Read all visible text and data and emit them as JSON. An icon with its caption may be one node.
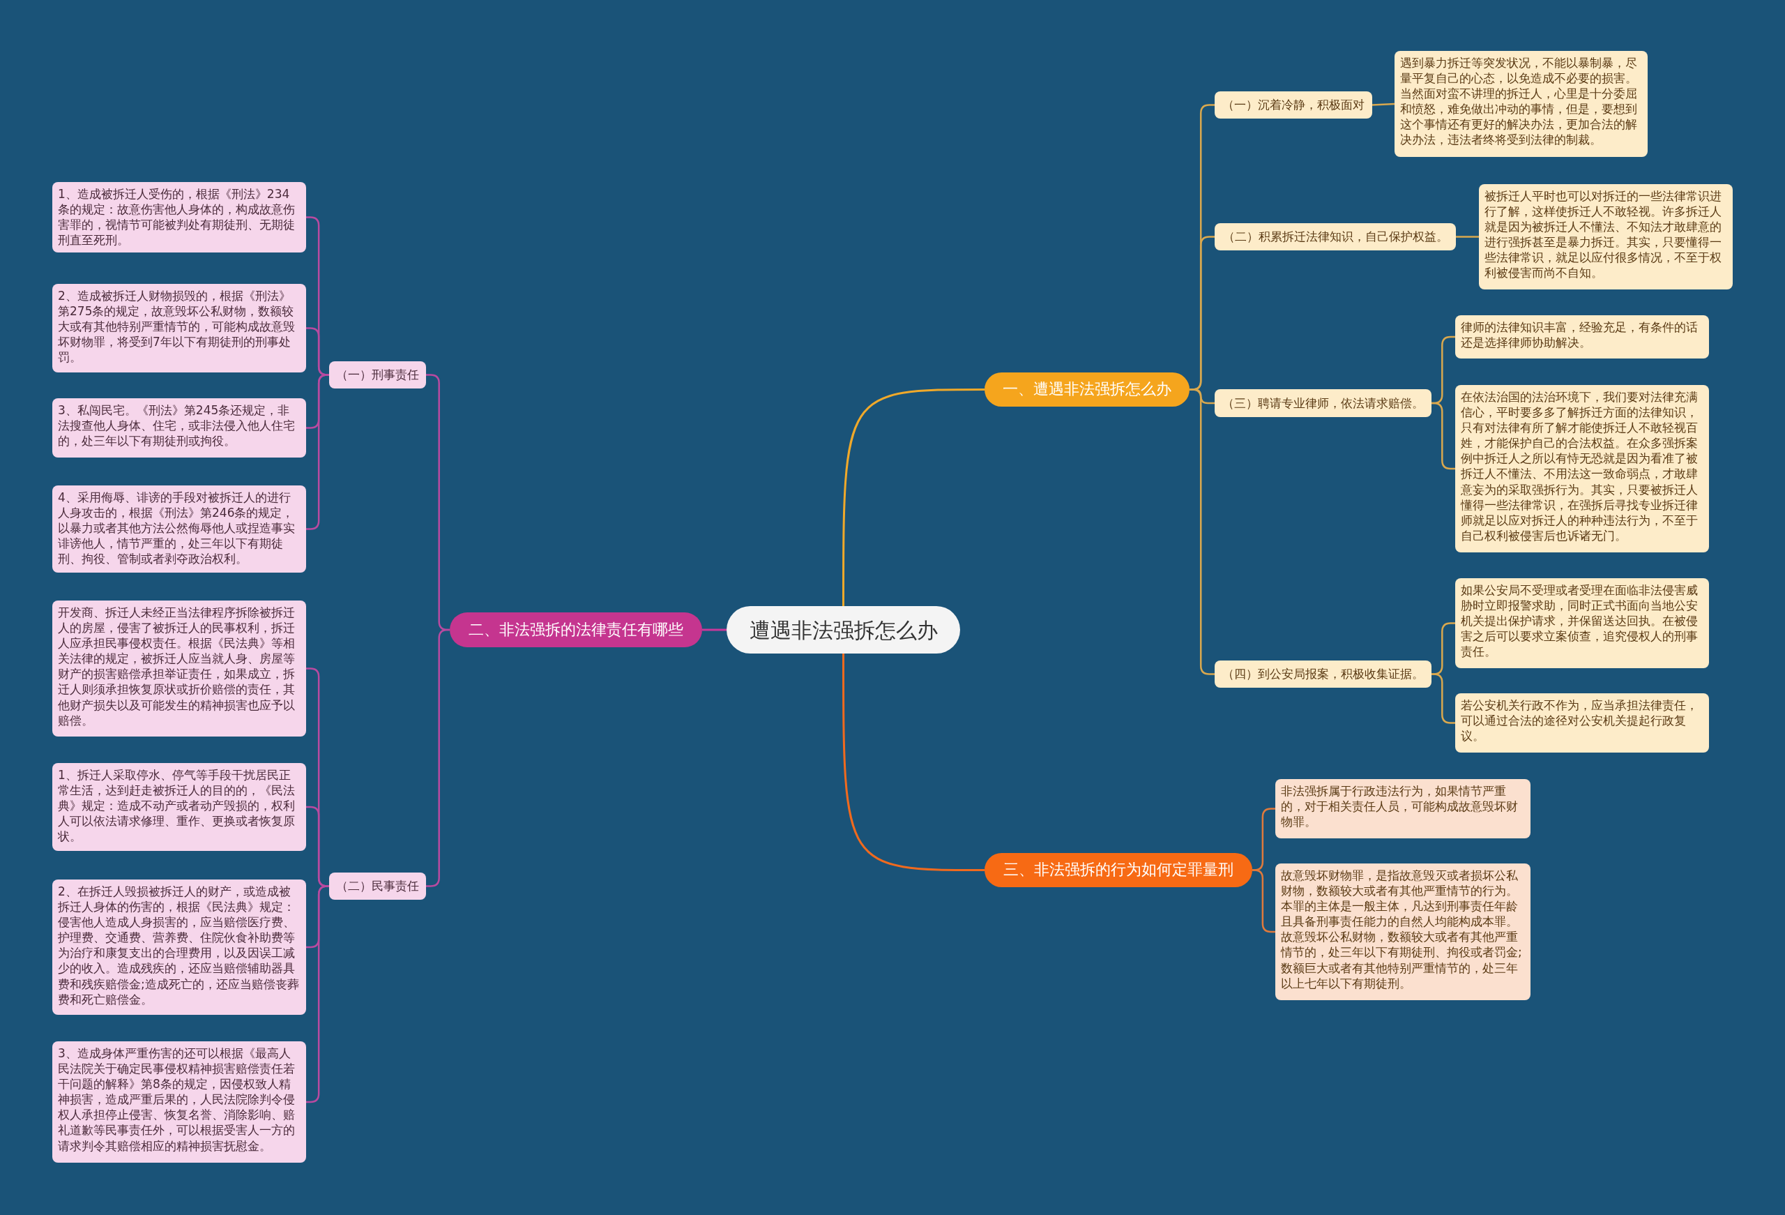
{
  "diagram": {
    "nodes": [
      {
        "text": [
          "遭遇非法强拆怎么办"
        ]
      },
      {
        "text": [
          "一、遭遇非法强拆怎么办"
        ]
      },
      {
        "text": [
          "（一）沉着冷静，积极面对"
        ]
      },
      {
        "text": [
          "遇到暴力拆迁等突发状况，不能以暴制暴，尽量平复自己的心态，以免造成不必要的损害。当然面对蛮不讲理的拆迁人，心里是十分委屈和愤怒，难免做出冲动的事情，但是，要想到这个事情还有更好的解决办法，更加合法的解决办法，违法者终将受到法律的制裁。"
        ]
      },
      {
        "text": [
          "（二）积累拆迁法律知识，自己保护权益。"
        ]
      },
      {
        "text": [
          "被拆迁人平时也可以对拆迁的一些法律常识进行了解，这样使拆迁人不敢轻视。许多拆迁人就是因为被拆迁人不懂法、不知法才敢肆意的进行强拆甚至是暴力拆迁。其实，只要懂得一些法律常识，就足以应付很多情况，不至于权利被侵害而尚不自知。"
        ]
      },
      {
        "text": [
          "（三）聘请专业律师，依法请求赔偿。"
        ]
      },
      {
        "text": [
          "律师的法律知识丰富，经验充足，有条件的话还是选择律师协助解决。"
        ]
      },
      {
        "text": [
          "在依法治国的法治环境下，我们要对法律充满信心，平时要多多了解拆迁方面的法律知识，只有对法律有所了解才能使拆迁人不敢轻视百姓，才能保护自己的合法权益。在众多强拆案例中拆迁人之所以有恃无恐就是因为看准了被拆迁人不懂法、不用法这一致命弱点，才敢肆意妄为的采取强拆行为。其实，只要被拆迁人懂得一些法律常识，在强拆后寻找专业拆迁律师就足以应对拆迁人的种种违法行为，不至于自己权利被侵害后也诉诸无门。"
        ]
      },
      {
        "text": [
          "（四）到公安局报案，积极收集证据。"
        ]
      },
      {
        "text": [
          "如果公安局不受理或者受理在面临非法侵害威胁时立即报警求助，同时正式书面向当地公安机关提出保护请求，并保留送达回执。在被侵害之后可以要求立案侦查，追究侵权人的刑事责任。"
        ]
      },
      {
        "text": [
          "若公安机关行政不作为，应当承担法律责任，可以通过合法的途径对公安机关提起行政复议。"
        ]
      },
      {
        "text": [
          "三、非法强拆的行为如何定罪量刑"
        ]
      },
      {
        "text": [
          "非法强拆属于行政违法行为，如果情节严重的，对于相关责任人员，可能构成故意毁坏财物罪。"
        ]
      },
      {
        "text": [
          "故意毁坏财物罪，是指故意毁灭或者损坏公私财物，数额较大或者有其他严重情节的行为。本罪的主体是一般主体，凡达到刑事责任年龄且具备刑事责任能力的自然人均能构成本罪。故意毁坏公私财物，数额较大或者有其他严重情节的，处三年以下有期徒刑、拘役或者罚金;数额巨大或者有其他特别严重情节的，处三年以上七年以下有期徒刑。"
        ]
      },
      {
        "text": [
          "二、非法强拆的法律责任有哪些"
        ]
      },
      {
        "text": [
          "（一）刑事责任"
        ]
      },
      {
        "text": [
          "1、造成被拆迁人受伤的，根据《刑法》234条的规定：故意伤害他人身体的，构成故意伤害罪的，视情节可能被判处有期徒刑、无期徒刑直至死刑。"
        ]
      },
      {
        "text": [
          "2、造成被拆迁人财物损毁的，根据《刑法》第275条的规定，故意毁坏公私财物，数额较大或有其他特别严重情节的，可能构成故意毁坏财物罪，将受到7年以下有期徒刑的刑事处罚。"
        ]
      },
      {
        "text": [
          "3、私闯民宅。《刑法》第245条还规定，非法搜查他人身体、住宅，或非法侵入他人住宅的，处三年以下有期徒刑或拘役。"
        ]
      },
      {
        "text": [
          "4、采用侮辱、诽谤的手段对被拆迁人的进行人身攻击的，根据《刑法》第246条的规定，以暴力或者其他方法公然侮辱他人或捏造事实诽谤他人，情节严重的，处三年以下有期徒刑、拘役、管制或者剥夺政治权利。"
        ]
      },
      {
        "text": [
          "（二）民事责任"
        ]
      },
      {
        "text": [
          "开发商、拆迁人未经正当法律程序拆除被拆迁人的房屋，侵害了被拆迁人的民事权利，拆迁人应承担民事侵权责任。根据《民法典》等相关法律的规定，被拆迁人应当就人身、房屋等财产的损害赔偿承担举证责任，如果成立，拆迁人则须承担恢复原状或折价赔偿的责任，其他财产损失以及可能发生的精神损害也应予以赔偿。"
        ]
      },
      {
        "text": [
          "1、拆迁人采取停水、停气等手段干扰居民正常生活，达到赶走被拆迁人的目的的，《民法典》规定：造成不动产或者动产毁损的，权利人可以依法请求修理、重作、更换或者恢复原状。"
        ]
      },
      {
        "text": [
          "2、在拆迁人毁损被拆迁人的财产，或造成被拆迁人身体的伤害的，根据《民法典》规定：侵害他人造成人身损害的，应当赔偿医疗费、护理费、交通费、营养费、住院伙食补助费等为治疗和康复支出的合理费用，以及因误工减少的收入。造成残疾的，还应当赔偿辅助器具费和残疾赔偿金;造成死亡的，还应当赔偿丧葬费和死亡赔偿金。"
        ]
      },
      {
        "text": [
          "3、造成身体严重伤害的还可以根据《最高人民法院关于确定民事侵权精神损害赔偿责任若干问题的解释》第8条的规定，因侵权致人精神损害，造成严重后果的，人民法院除判令侵权人承担停止侵害、恢复名誉、消除影响、赔礼道歉等民事责任外，可以根据受害人一方的请求判令其赔偿相应的精神损害抚慰金。"
        ]
      }
    ],
    "edges": [
      {
        "from": 0,
        "to": 1,
        "arrow": "none",
        "color": "#f0a92a"
      },
      {
        "from": 1,
        "to": 2,
        "arrow": "none",
        "color": "#d9a84e"
      },
      {
        "from": 2,
        "to": 3,
        "arrow": "none",
        "color": "#d9a84e"
      },
      {
        "from": 1,
        "to": 4,
        "arrow": "none",
        "color": "#d9a84e"
      },
      {
        "from": 4,
        "to": 5,
        "arrow": "none",
        "color": "#d9a84e"
      },
      {
        "from": 1,
        "to": 6,
        "arrow": "none",
        "color": "#d9a84e"
      },
      {
        "from": 6,
        "to": 7,
        "arrow": "none",
        "color": "#d9a84e"
      },
      {
        "from": 6,
        "to": 8,
        "arrow": "none",
        "color": "#d9a84e"
      },
      {
        "from": 1,
        "to": 9,
        "arrow": "none",
        "color": "#d9a84e"
      },
      {
        "from": 9,
        "to": 10,
        "arrow": "none",
        "color": "#d9a84e"
      },
      {
        "from": 9,
        "to": 11,
        "arrow": "none",
        "color": "#d9a84e"
      },
      {
        "from": 0,
        "to": 12,
        "arrow": "none",
        "color": "#f06a1e"
      },
      {
        "from": 12,
        "to": 13,
        "arrow": "none",
        "color": "#e07a3c"
      },
      {
        "from": 12,
        "to": 14,
        "arrow": "none",
        "color": "#e07a3c"
      },
      {
        "from": 0,
        "to": 15,
        "arrow": "none",
        "color": "#c8399a"
      },
      {
        "from": 15,
        "to": 16,
        "arrow": "none",
        "color": "#b94aa0"
      },
      {
        "from": 16,
        "to": 17,
        "arrow": "none",
        "color": "#b94aa0"
      },
      {
        "from": 16,
        "to": 18,
        "arrow": "none",
        "color": "#b94aa0"
      },
      {
        "from": 16,
        "to": 19,
        "arrow": "none",
        "color": "#b94aa0"
      },
      {
        "from": 16,
        "to": 20,
        "arrow": "none",
        "color": "#b94aa0"
      },
      {
        "from": 15,
        "to": 21,
        "arrow": "none",
        "color": "#b94aa0"
      },
      {
        "from": 21,
        "to": 22,
        "arrow": "none",
        "color": "#b94aa0"
      },
      {
        "from": 21,
        "to": 23,
        "arrow": "none",
        "color": "#b94aa0"
      },
      {
        "from": 21,
        "to": 24,
        "arrow": "none",
        "color": "#b94aa0"
      },
      {
        "from": 21,
        "to": 25,
        "arrow": "none",
        "color": "#b94aa0"
      }
    ]
  }
}
